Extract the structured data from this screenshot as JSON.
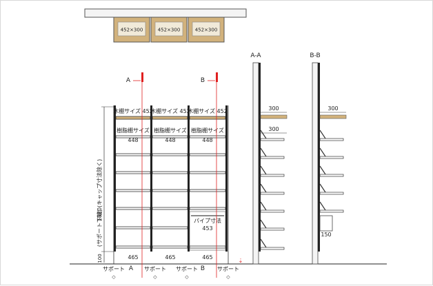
{
  "top_view": {
    "boxes": [
      "452×300",
      "452×300",
      "452×300"
    ],
    "colors": {
      "box_fill": "#d2b27c",
      "box_inner": "#f1ead9"
    }
  },
  "front_view": {
    "section_marks": {
      "a_label": "A",
      "b_label": "B"
    },
    "wood_shelf_labels": [
      "木棚サイズ 452",
      "木棚サイズ 452",
      "木棚サイズ 452"
    ],
    "resin_shelf_labels": [
      "樹脂棚サイズ",
      "樹脂棚サイズ",
      "樹脂棚サイズ"
    ],
    "resin_shelf_values": [
      "448",
      "448",
      "448"
    ],
    "pipe_label": "パイプ寸法",
    "pipe_value": "453",
    "bottom_widths": [
      "465",
      "465",
      "465"
    ],
    "vertical_dim_upper": "1820(キャップ寸法除く)",
    "vertical_dim_lower": "(サポート下端)",
    "vertical_dim_bottom": "100",
    "support_labels": [
      "サポート",
      "サポート",
      "サポート",
      "サポート"
    ],
    "support_marks": [
      "◇",
      "◇",
      "◇",
      "◇"
    ],
    "bottom_a": "A",
    "bottom_b": "B",
    "colors": {
      "section_line": "#e02020",
      "marker": "#e02020"
    }
  },
  "section_aa": {
    "title": "A-A",
    "dim_top": "300",
    "dim_second": "300"
  },
  "section_bb": {
    "title": "B-B",
    "dim_top": "300",
    "dim_bottom": "150"
  }
}
